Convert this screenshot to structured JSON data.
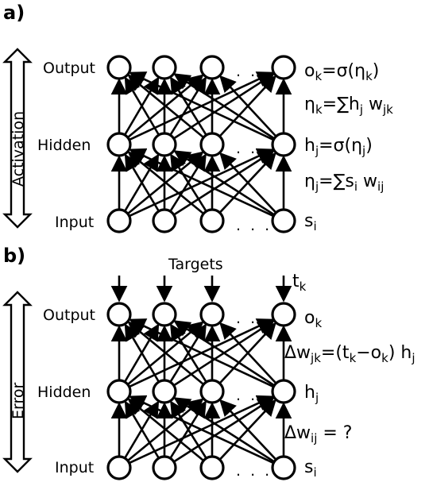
{
  "panel_a": {
    "label": "a)",
    "layers": {
      "output": "Output",
      "hidden": "Hidden",
      "input": "Input"
    },
    "side_arrow_label": "Activation",
    "dots": ". . .",
    "eq_ok": {
      "a": "o",
      "a_sub": "k",
      "b": "=σ(η",
      "b_sub": "k",
      "c": ")"
    },
    "eq_etak": {
      "a": "η",
      "a_sub": "k",
      "b": "=∑h",
      "b_sub": "j",
      "c": " w",
      "c_sub": "jk"
    },
    "eq_hj": {
      "a": "h",
      "a_sub": "j",
      "b": "=σ(η",
      "b_sub": "j",
      "c": ")"
    },
    "eq_etaj": {
      "a": "η",
      "a_sub": "j",
      "b": "=∑s",
      "b_sub": "i",
      "c": " w",
      "c_sub": "ij"
    },
    "eq_si": {
      "a": "s",
      "a_sub": "i"
    }
  },
  "panel_b": {
    "label": "b)",
    "layers": {
      "output": "Output",
      "hidden": "Hidden",
      "input": "Input"
    },
    "side_arrow_label": "Error",
    "targets_label": "Targets",
    "dots": ". . .",
    "eq_tk": {
      "a": "t",
      "a_sub": "k"
    },
    "eq_ok": {
      "a": "o",
      "a_sub": "k"
    },
    "eq_dwjk": {
      "a": "Δw",
      "a_sub": "jk",
      "b": "=(t",
      "b_sub": "k",
      "c": "−o",
      "c_sub": "k",
      "d": ") h",
      "d_sub": "j"
    },
    "eq_hj": {
      "a": "h",
      "a_sub": "j"
    },
    "eq_dwij": {
      "a": "Δw",
      "a_sub": "ij",
      "b": " = ?"
    },
    "eq_si": {
      "a": "s",
      "a_sub": "i"
    }
  }
}
